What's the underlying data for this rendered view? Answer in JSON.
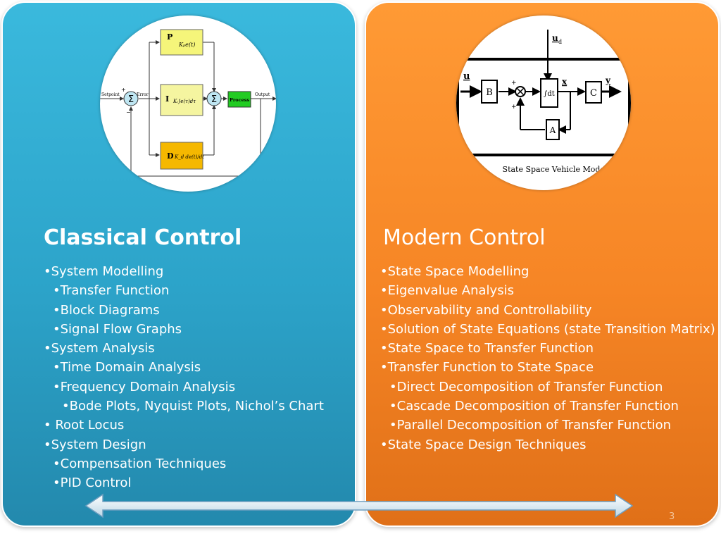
{
  "classical": {
    "title": "Classical Control",
    "diagram": {
      "setpoint": "Setpoint",
      "error": "Error",
      "output": "Output",
      "process": "Process",
      "p_label": "P",
      "i_label": "I",
      "d_label": "D",
      "p_expr": "Kₚe(t)",
      "i_expr": "Kᵢ∫e(τ)dτ",
      "d_expr": "K_d de(t)/dt",
      "sum_symbol": "Σ",
      "plus": "+",
      "minus": "−"
    },
    "items": [
      {
        "level": 0,
        "text": "System Modelling"
      },
      {
        "level": 1,
        "text": "Transfer Function"
      },
      {
        "level": 1,
        "text": "Block Diagrams"
      },
      {
        "level": 1,
        "text": "Signal Flow Graphs"
      },
      {
        "level": 0,
        "text": "System Analysis"
      },
      {
        "level": 1,
        "text": "Time Domain Analysis"
      },
      {
        "level": 1,
        "text": "Frequency Domain Analysis"
      },
      {
        "level": 2,
        "text": "Bode Plots, Nyquist Plots, Nichol’s Chart"
      },
      {
        "level": 0,
        "text": " Root Locus"
      },
      {
        "level": 0,
        "text": "System Design"
      },
      {
        "level": 1,
        "text": "Compensation Techniques"
      },
      {
        "level": 1,
        "text": "PID Control"
      }
    ]
  },
  "modern": {
    "title": "Modern Control",
    "diagram": {
      "u": "u",
      "ud": "u",
      "ud_sub": "d",
      "b": "B",
      "a": "A",
      "c": "C",
      "x": "x",
      "y": "y",
      "integrator": "∫dt",
      "plus": "+",
      "caption": "State Space Vehicle Model"
    },
    "items": [
      {
        "level": 0,
        "text": "State Space Modelling"
      },
      {
        "level": 0,
        "text": "Eigenvalue Analysis"
      },
      {
        "level": 0,
        "text": "Observability and Controllability"
      },
      {
        "level": 0,
        "text": "Solution of State Equations (state Transition Matrix)"
      },
      {
        "level": 0,
        "text": "State Space to Transfer Function"
      },
      {
        "level": 0,
        "text": "Transfer Function to State Space"
      },
      {
        "level": 1,
        "text": "Direct Decomposition of Transfer Function"
      },
      {
        "level": 1,
        "text": "Cascade Decomposition of Transfer Function"
      },
      {
        "level": 1,
        "text": "Parallel Decomposition of Transfer Function"
      },
      {
        "level": 0,
        "text": "State Space Design Techniques"
      }
    ]
  },
  "bullet_char": "•",
  "page_number": "3",
  "colors": {
    "classical_panel": "#2ca3c9",
    "modern_panel": "#f68525",
    "p_block": "#f5f57a",
    "i_block": "#f5f5a0",
    "d_block": "#f5b800",
    "process_block": "#22cc22"
  }
}
